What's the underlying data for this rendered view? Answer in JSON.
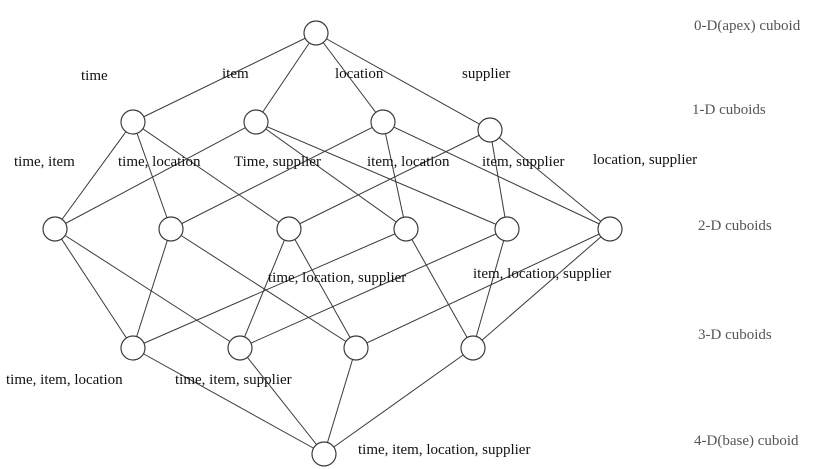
{
  "levels": {
    "apex": "0-D(apex) cuboid",
    "one_d": "1-D cuboids",
    "two_d": "2-D cuboids",
    "three_d": "3-D cuboids",
    "base": "4-D(base) cuboid"
  },
  "nodes": {
    "apex": {
      "label": ""
    },
    "time": {
      "label": "time"
    },
    "item": {
      "label": "item"
    },
    "location": {
      "label": "location"
    },
    "supplier": {
      "label": "supplier"
    },
    "time_item": {
      "label": "time, item"
    },
    "time_location": {
      "label": "time, location"
    },
    "time_supplier": {
      "label": "Time, supplier"
    },
    "item_location": {
      "label": "item, location"
    },
    "item_supplier": {
      "label": "item, supplier"
    },
    "location_supplier": {
      "label": "location, supplier"
    },
    "time_item_location": {
      "label": "time, item, location"
    },
    "time_item_supplier": {
      "label": "time, item, supplier"
    },
    "time_location_supplier": {
      "label": "time, location, supplier"
    },
    "item_location_supplier": {
      "label": "item, location, supplier"
    },
    "base": {
      "label": "time, item, location, supplier"
    }
  }
}
